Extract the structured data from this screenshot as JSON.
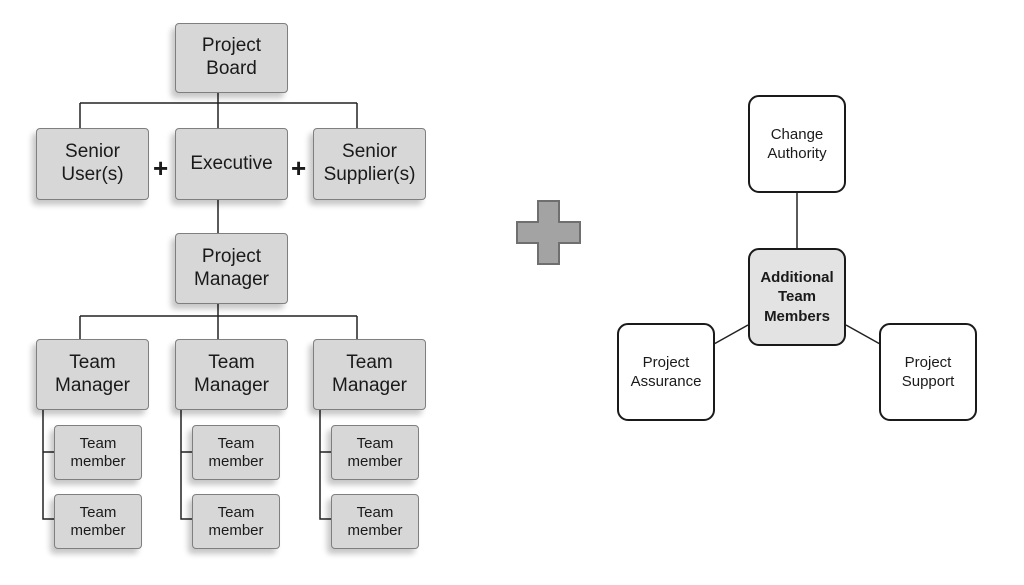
{
  "org_chart": {
    "project_board": "Project Board",
    "senior_user": "Senior User(s)",
    "executive": "Executive",
    "senior_supplier": "Senior Supplier(s)",
    "plus_sign": "+",
    "project_manager": "Project Manager",
    "team_manager": "Team Manager",
    "team_member": "Team member"
  },
  "connector": {
    "symbol": "plus-sign",
    "color": "#a3a3a3"
  },
  "additional": {
    "center": "Additional Team Members",
    "change_authority": "Change Authority",
    "project_assurance": "Project Assurance",
    "project_support": "Project Support"
  }
}
